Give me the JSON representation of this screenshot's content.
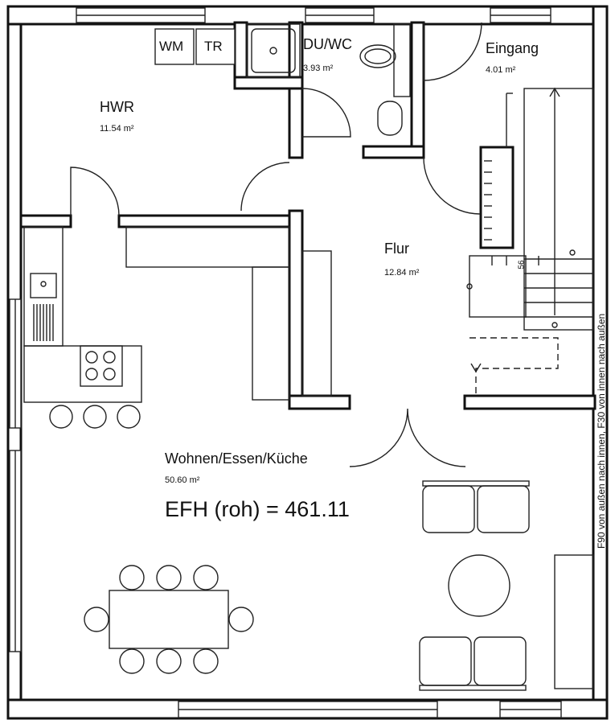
{
  "rooms": {
    "hwr": {
      "name": "HWR",
      "area": "11.54 m²"
    },
    "du_wc": {
      "name": "DU/WC",
      "area": "3.93 m²"
    },
    "eingang": {
      "name": "Eingang",
      "area": "4.01 m²"
    },
    "flur": {
      "name": "Flur",
      "area": "12.84 m²"
    },
    "wohnen": {
      "name": "Wohnen/Essen/Küche",
      "area": "50.60 m²"
    }
  },
  "fixtures": {
    "washer": "WM",
    "dryer": "TR"
  },
  "efh_label": "EFH (roh) = 461.11",
  "stair_mark": "56",
  "vertical_note": "F90 von außen nach innen, F30 von innen nach außen"
}
